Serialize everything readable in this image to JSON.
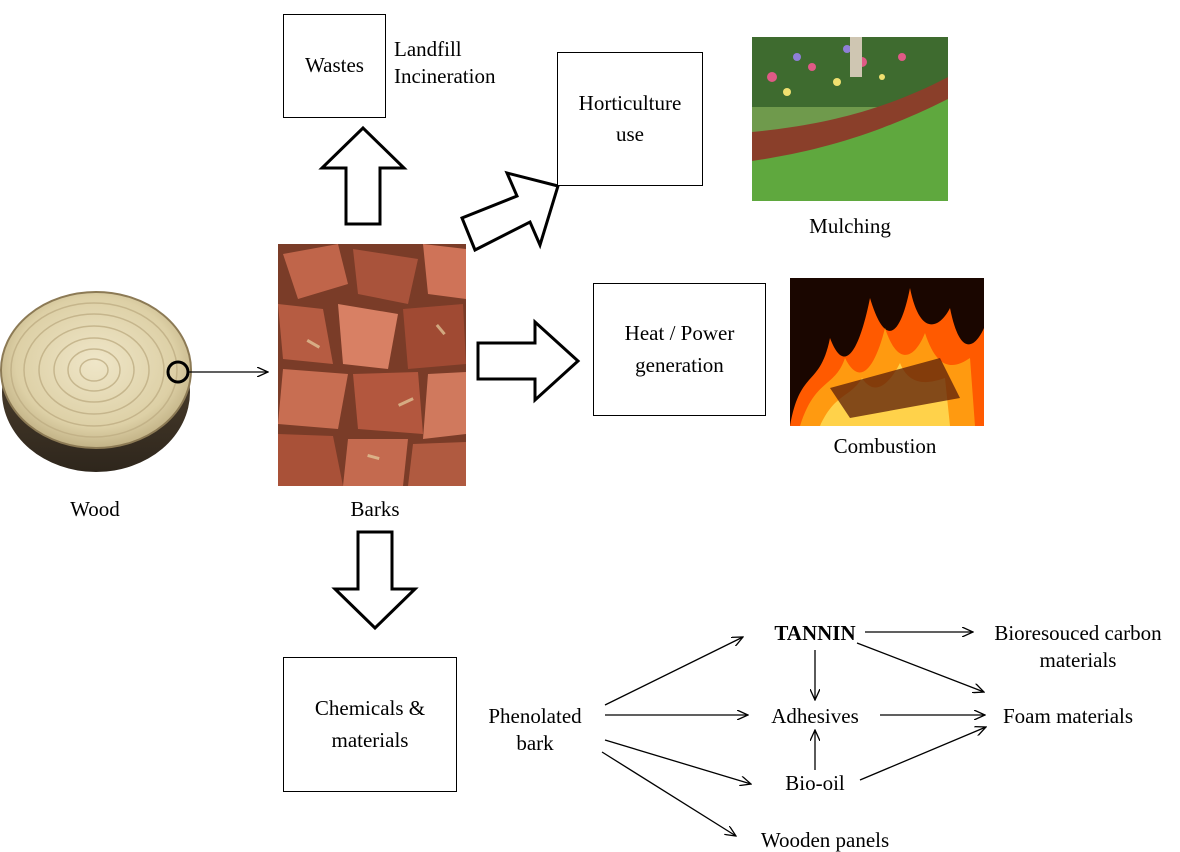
{
  "boxes": {
    "wastes": "Wastes",
    "horticulture": "Horticulture\nuse",
    "heat": "Heat / Power\ngeneration",
    "chemicals": "Chemicals &\nmaterials"
  },
  "labels": {
    "landfill": "Landfill\nIncineration",
    "mulching": "Mulching",
    "combustion": "Combustion",
    "wood": "Wood",
    "barks": "Barks",
    "phenolated_bark": "Phenolated\nbark",
    "tannin": "TANNIN",
    "adhesives": "Adhesives",
    "bio_oil": "Bio-oil",
    "wooden_panels": "Wooden panels",
    "carbon_materials": "Bioresouced carbon\nmaterials",
    "foam_materials": "Foam materials"
  },
  "colors": {
    "stroke": "#000000",
    "bark": "#b5573e",
    "fire": "#ff8a00",
    "grass": "#4f9a3a",
    "wood": "#e8dcb9"
  }
}
